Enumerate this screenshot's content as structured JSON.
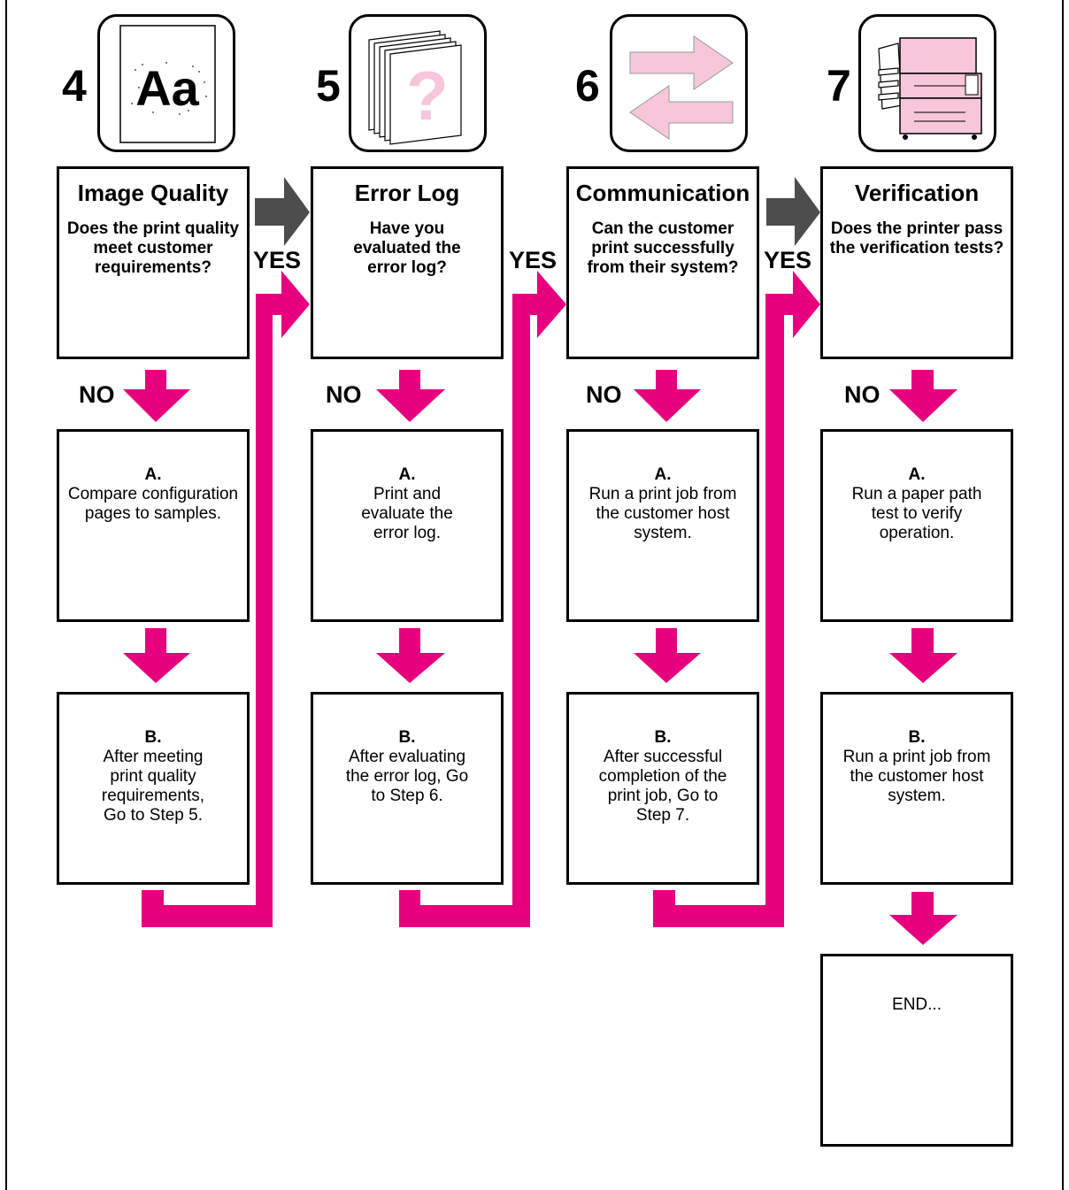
{
  "colors": {
    "accent_magenta": "#e6007e",
    "gray_arrow": "#4d4d4d",
    "icon_pink": "#f7c6d9"
  },
  "labels": {
    "yes": "YES",
    "no": "NO"
  },
  "steps": [
    {
      "number": "4",
      "icon": "image-quality-aa-icon",
      "icon_text": "Aa",
      "title": "Image Quality",
      "question": "Does the print quality meet customer requirements?",
      "a_letter": "A.",
      "a_text": "Compare configuration pages to samples.",
      "b_letter": "B.",
      "b_text": "After meeting print quality requirements, Go to Step 5."
    },
    {
      "number": "5",
      "icon": "error-log-pages-icon",
      "icon_text": "?",
      "title": "Error Log",
      "question": "Have you evaluated the error log?",
      "a_letter": "A.",
      "a_text": "Print and evaluate the error log.",
      "b_letter": "B.",
      "b_text": "After evaluating the error log, Go to Step 6."
    },
    {
      "number": "6",
      "icon": "communication-arrows-icon",
      "title": "Communication",
      "question": "Can the customer print successfully from their system?",
      "a_letter": "A.",
      "a_text": "Run a print job from the customer host system.",
      "b_letter": "B.",
      "b_text": "After successful completion of the print job, Go to Step 7."
    },
    {
      "number": "7",
      "icon": "printer-icon",
      "title": "Verification",
      "question": "Does the printer pass the verification tests?",
      "a_letter": "A.",
      "a_text": "Run a paper path test to verify operation.",
      "b_letter": "B.",
      "b_text": "Run a print job from the customer host system."
    }
  ],
  "end": {
    "text": "END..."
  }
}
